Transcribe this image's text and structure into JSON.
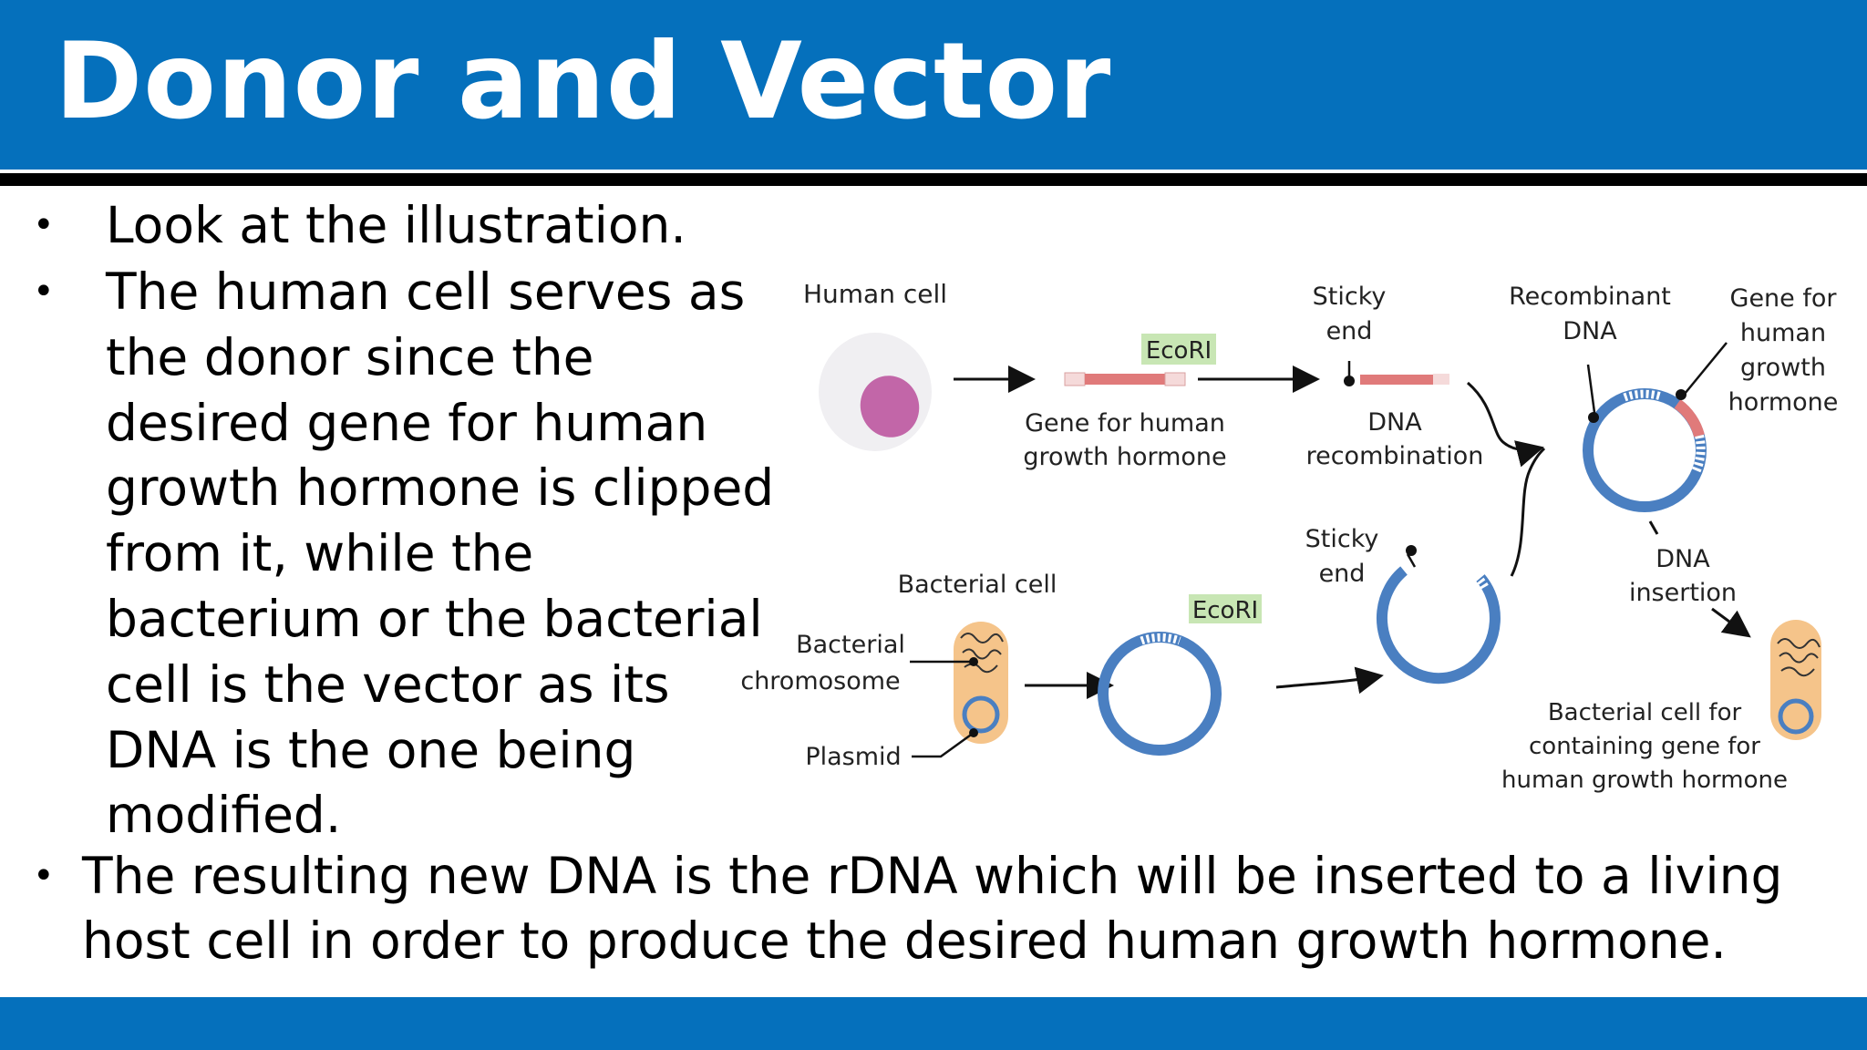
{
  "slide": {
    "title": "Donor and Vector",
    "bullets": [
      "Look at the illustration.",
      "The human cell serves as the donor since the desired gene for human growth hormone is clipped from it, while the bacterium or the bacterial cell is the vector as its DNA is the one being modified.",
      "The resulting new DNA is the rDNA which will be inserted to a living host cell in order to produce the desired human growth hormone."
    ]
  },
  "diagram": {
    "human_cell_label": "Human cell",
    "ecori_top": "EcoRI",
    "gene_label_1": "Gene for human",
    "gene_label_2": "growth hormone",
    "sticky_end_top_1": "Sticky",
    "sticky_end_top_2": "end",
    "dna_recomb_1": "DNA",
    "dna_recomb_2": "recombination",
    "recombinant_1": "Recombinant",
    "recombinant_2": "DNA",
    "gene_for_1": "Gene for",
    "gene_for_2": "human",
    "gene_for_3": "growth",
    "gene_for_4": "hormone",
    "bacterial_cell_label": "Bacterial cell",
    "bact_chrom_1": "Bacterial",
    "bact_chrom_2": "chromosome",
    "plasmid_label": "Plasmid",
    "ecori_bottom": "EcoRI",
    "sticky_end_bottom_1": "Sticky",
    "sticky_end_bottom_2": "end",
    "dna_insertion_1": "DNA",
    "dna_insertion_2": "insertion",
    "final_cell_1": "Bacterial cell for",
    "final_cell_2": "containing gene for",
    "final_cell_3": "human growth hormone",
    "colors": {
      "header": "#0570bc",
      "plasmid": "#4a7fc1",
      "gene": "#e07a7a",
      "nucleus": "#c266a8",
      "bacterium": "#f5c48a",
      "ecori_tag": "#c8e6b4"
    }
  }
}
